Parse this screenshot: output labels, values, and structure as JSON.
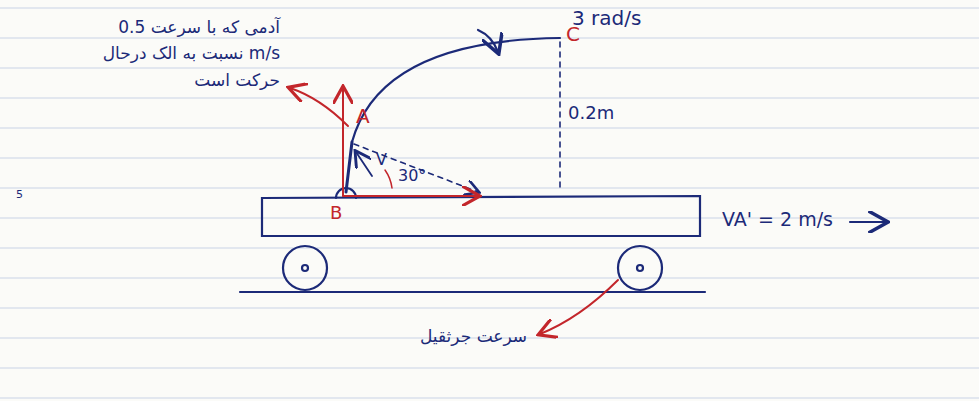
{
  "diagram": {
    "labels": [
      "3 rad/s",
      "C",
      "A",
      "B",
      "0.2m",
      "30°",
      "V",
      "VA' = 2 m/s",
      "آدمی که با سرعت 0.5 m/s نسبت به الک درحال حرکت است",
      "سرعت جرثقیل",
      "5"
    ]
  }
}
